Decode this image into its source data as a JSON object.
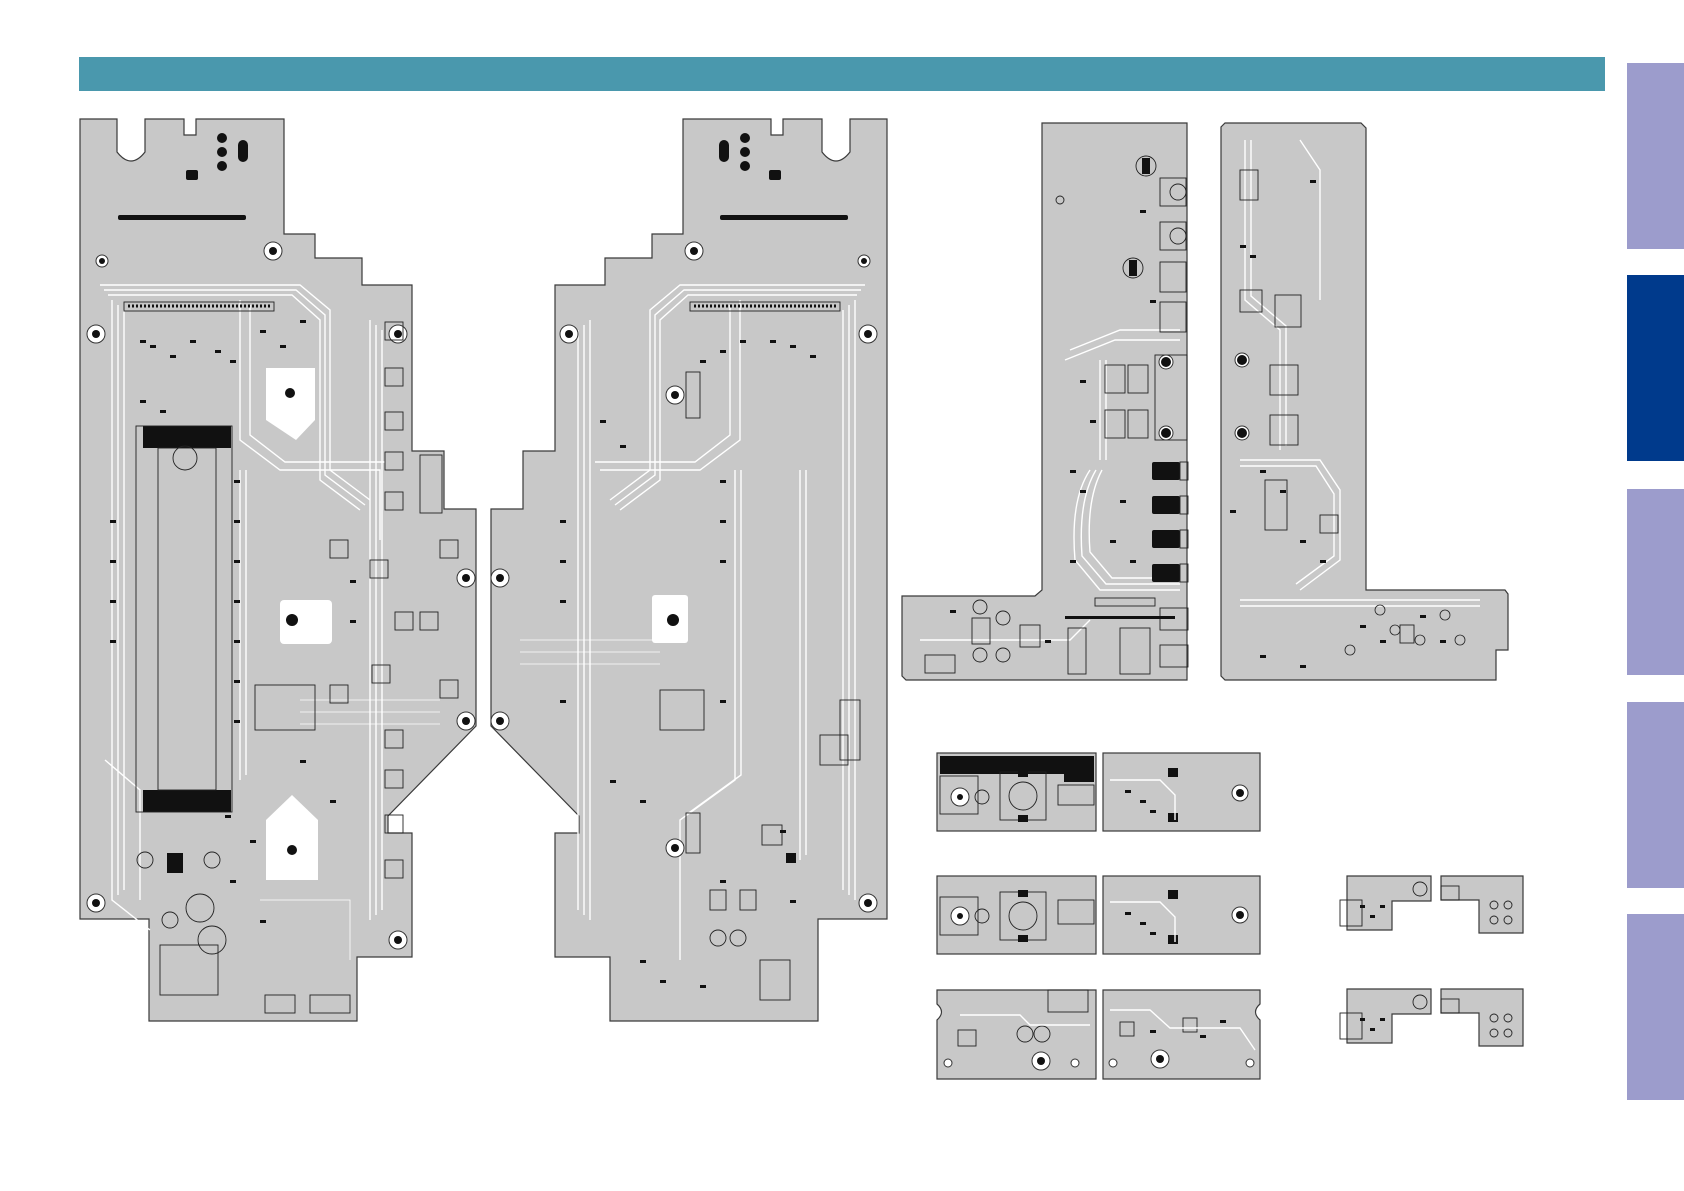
{
  "colors": {
    "header_bar": "#4a98ad",
    "tab_inactive": "#9c9ccc",
    "tab_active": "#003a8c",
    "pcb_fill": "#c8c8c8",
    "pcb_outline": "#3a3a3a"
  },
  "side_tabs": [
    {
      "name": "tab-1",
      "active": false
    },
    {
      "name": "tab-2",
      "active": true
    },
    {
      "name": "tab-3",
      "active": false
    },
    {
      "name": "tab-4",
      "active": false
    },
    {
      "name": "tab-5",
      "active": false
    }
  ]
}
